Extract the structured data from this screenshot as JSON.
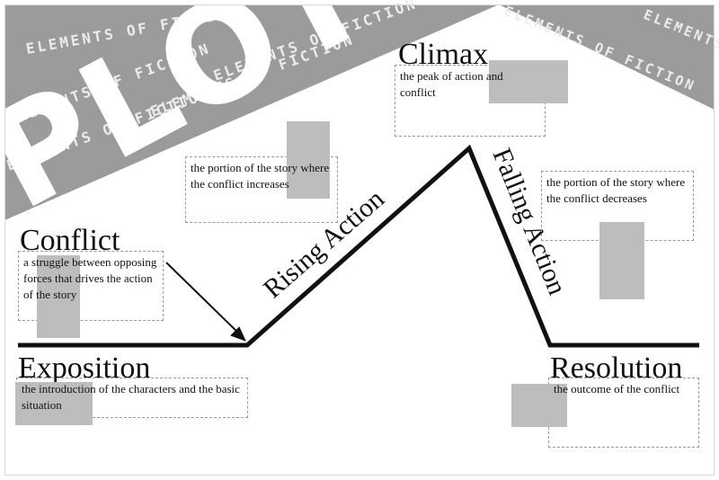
{
  "banner": {
    "plot_word": "PLOT",
    "watermark": "ELEMENTS OF FICTION",
    "watermark_short": "ELEMENTS"
  },
  "stages": {
    "exposition": {
      "title": "Exposition",
      "description": "the introduction of the characters and the basic situation"
    },
    "conflict": {
      "title": "Conflict",
      "description": "a struggle between opposing forces that drives the action of the story"
    },
    "rising_action": {
      "title": "Rising Action",
      "description": "the portion of the story where the conflict increases"
    },
    "climax": {
      "title": "Climax",
      "description": "the peak of action and conflict"
    },
    "falling_action": {
      "title": "Falling Action",
      "description": "the portion of the story where the conflict decreases"
    },
    "resolution": {
      "title": "Resolution",
      "description": "the outcome of the conflict"
    }
  },
  "colors": {
    "banner": "#9b9b9b",
    "line": "#111111",
    "shade": "#bdbdbd",
    "box_border": "#9a9a9a"
  }
}
